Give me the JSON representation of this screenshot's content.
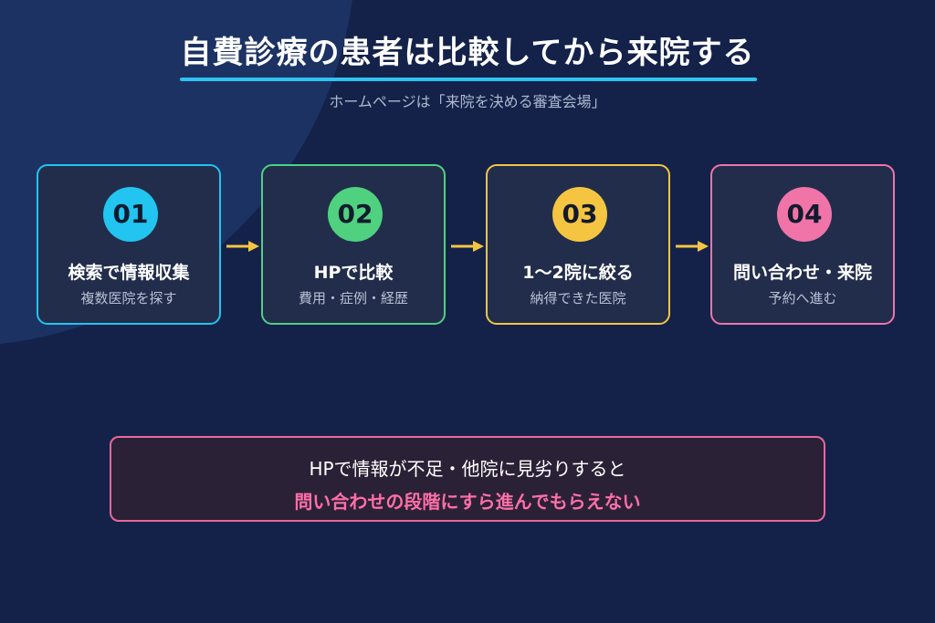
{
  "header": {
    "title": "自費診療の患者は比較してから来院する",
    "subtitle": "ホームページは「来院を決める審査会場」"
  },
  "colors": {
    "background": "#14224a",
    "accent_line": "#2ec3f0",
    "arrow": "#f5c542",
    "notice_border": "#e8679c",
    "notice_emphasis": "#ff6fa8"
  },
  "steps": [
    {
      "num": "01",
      "title": "検索で情報収集",
      "sub": "複数医院を探す",
      "color": "#22c4f0"
    },
    {
      "num": "02",
      "title": "HPで比較",
      "sub": "費用・症例・経歴",
      "color": "#4fd17f"
    },
    {
      "num": "03",
      "title": "1〜2院に絞る",
      "sub": "納得できた医院",
      "color": "#f5c542"
    },
    {
      "num": "04",
      "title": "問い合わせ・来院",
      "sub": "予約へ進む",
      "color": "#f074a8"
    }
  ],
  "arrows": [
    {
      "icon": "arrow-right-icon"
    },
    {
      "icon": "arrow-right-icon"
    },
    {
      "icon": "arrow-right-icon"
    }
  ],
  "notice": {
    "line1": "HPで情報が不足・他院に見劣りすると",
    "line2": "問い合わせの段階にすら進んでもらえない"
  }
}
